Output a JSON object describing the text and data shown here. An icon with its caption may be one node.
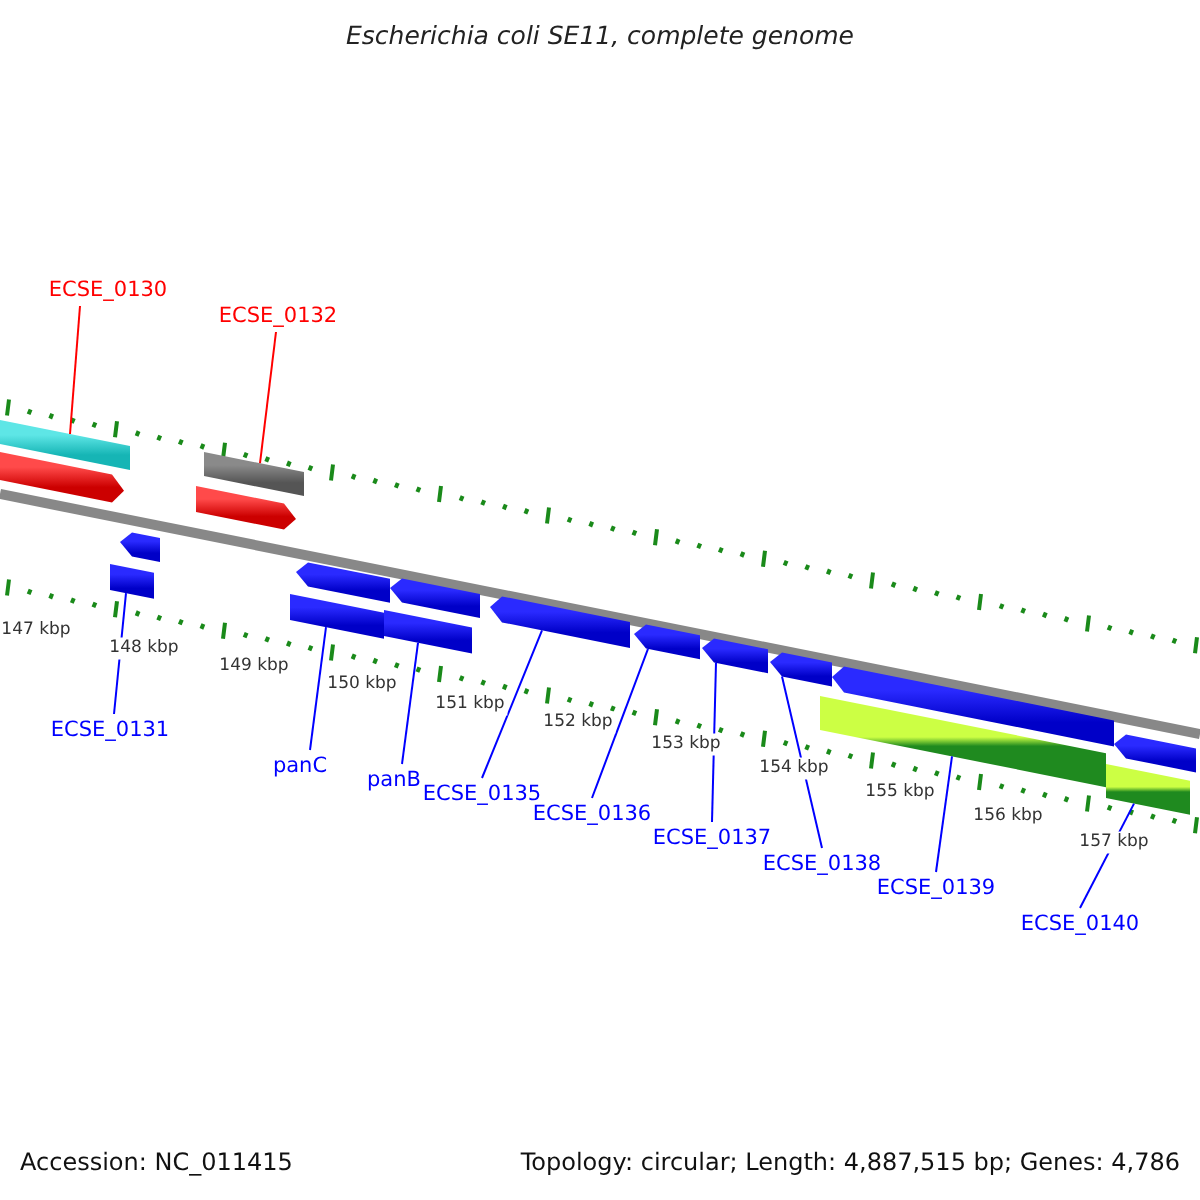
{
  "diagram": {
    "title": "Escherichia coli SE11, complete genome",
    "nodes": [
      {
        "text": [
          "ECSE_0130"
        ]
      },
      {
        "text": [
          "ECSE_0132"
        ]
      },
      {
        "text": [],
        "shape": "bar"
      },
      {
        "text": [],
        "shape": "arrow"
      },
      {
        "text": [],
        "shape": "bar"
      },
      {
        "text": [],
        "shape": "arrow"
      },
      {
        "text": [],
        "shape": "arrow"
      },
      {
        "text": [],
        "shape": "bar"
      },
      {
        "text": [],
        "shape": "arrow"
      },
      {
        "text": [],
        "shape": "arrow"
      },
      {
        "text": [],
        "shape": "bar"
      },
      {
        "text": [],
        "shape": "bar"
      },
      {
        "text": [],
        "shape": "arrow"
      },
      {
        "text": [],
        "shape": "arrow"
      },
      {
        "text": [],
        "shape": "arrow"
      },
      {
        "text": [],
        "shape": "arrow"
      },
      {
        "text": [],
        "shape": "arrow"
      },
      {
        "text": [],
        "shape": "arrow"
      },
      {
        "text": [],
        "shape": "bar"
      },
      {
        "text": [],
        "shape": "bar"
      },
      {
        "text": [
          "ECSE_0131"
        ]
      },
      {
        "text": [
          "panC"
        ]
      },
      {
        "text": [
          "panB"
        ]
      },
      {
        "text": [
          "ECSE_0135"
        ]
      },
      {
        "text": [
          "ECSE_0136"
        ]
      },
      {
        "text": [
          "ECSE_0137"
        ]
      },
      {
        "text": [
          "ECSE_0138"
        ]
      },
      {
        "text": [
          "ECSE_0139"
        ]
      },
      {
        "text": [
          "ECSE_0140"
        ]
      }
    ],
    "edges": [
      {
        "from": 0,
        "to": 2,
        "arrow": "none",
        "color": "#ff0000"
      },
      {
        "from": 1,
        "to": 4,
        "arrow": "none",
        "color": "#ff0000"
      },
      {
        "from": 20,
        "to": 7,
        "arrow": "none"
      },
      {
        "from": 21,
        "to": 10,
        "arrow": "none"
      },
      {
        "from": 22,
        "to": 11,
        "arrow": "none"
      },
      {
        "from": 23,
        "to": 12,
        "arrow": "none"
      },
      {
        "from": 24,
        "to": 13,
        "arrow": "none"
      },
      {
        "from": 25,
        "to": 14,
        "arrow": "none"
      },
      {
        "from": 26,
        "to": 15,
        "arrow": "none"
      },
      {
        "from": 27,
        "to": 18,
        "arrow": "none"
      },
      {
        "from": 28,
        "to": 19,
        "arrow": "none"
      }
    ],
    "labels": [
      "147 kbp",
      "148 kbp",
      "149 kbp",
      "150 kbp",
      "151 kbp",
      "152 kbp",
      "153 kbp",
      "154 kbp",
      "155 kbp",
      "156 kbp",
      "157 kbp",
      "Accession: NC_011415",
      "Topology: circular; Length: 4,887,515 bp; Genes: 4,786"
    ]
  }
}
